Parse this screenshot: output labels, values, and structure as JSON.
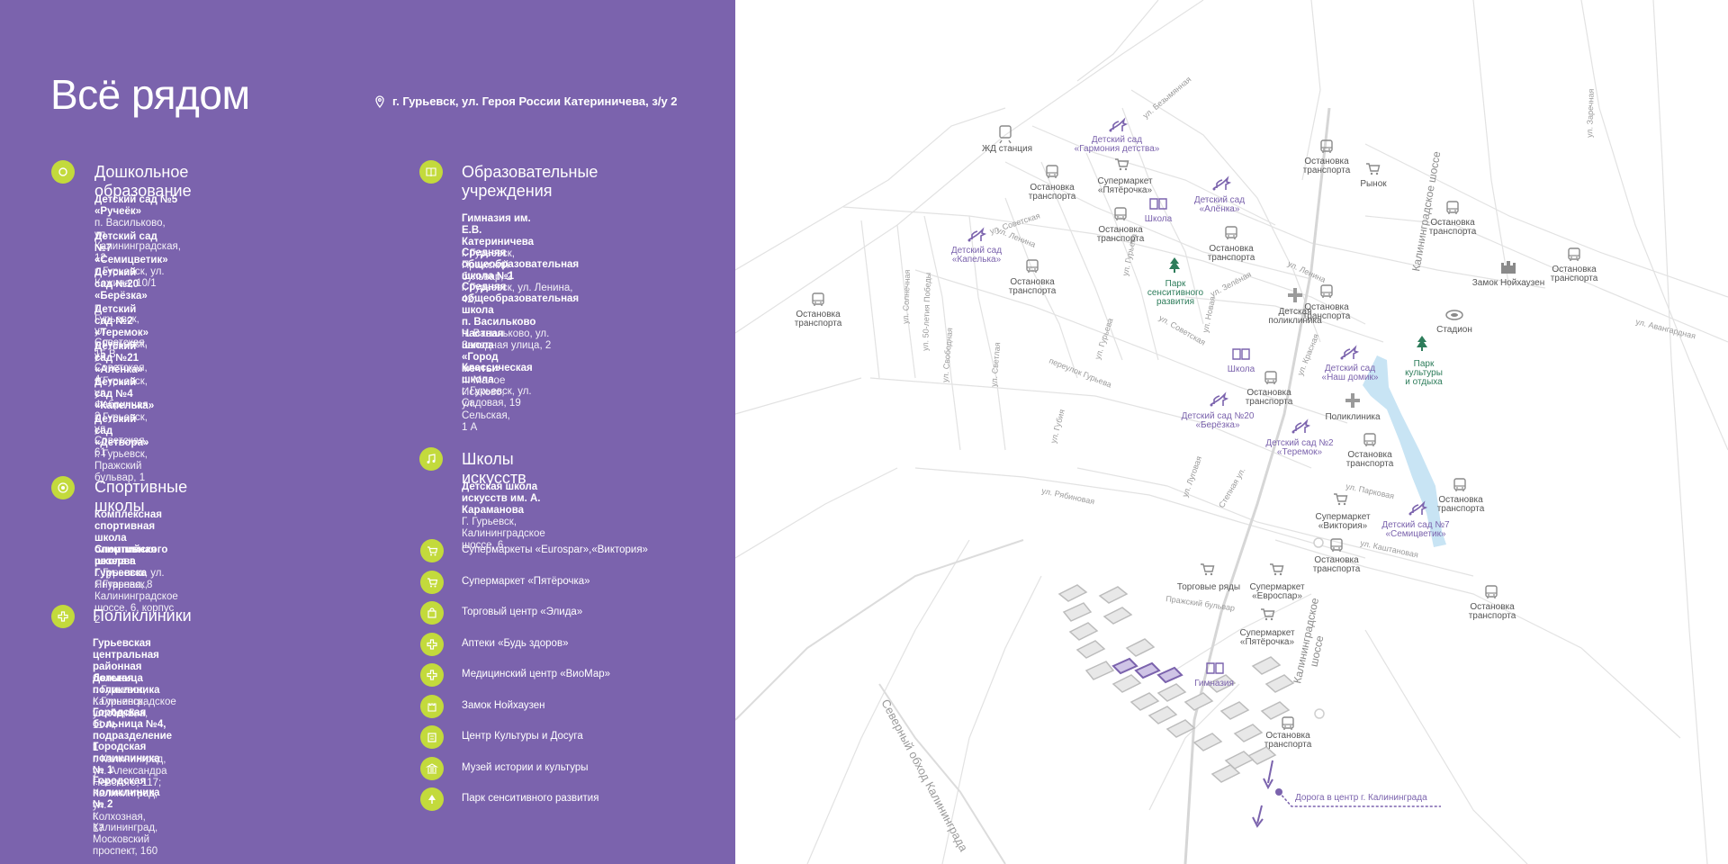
{
  "header": {
    "title": "Всё рядом",
    "address": "г. Гурьевск, ул. Героя России Катериничева, з/у 2"
  },
  "sections": {
    "preschool": {
      "title": "Дошкольное образование",
      "items": [
        {
          "name": "Детский сад №5 «Ручеёк»",
          "addr": "п. Васильково, ул. Калининградская, 12"
        },
        {
          "name": "Детский сад №7 «Семицветик»",
          "addr": "г. Гурьевск, ул. Кожина, 10/1"
        },
        {
          "name": "Детский сад №20 «Берёзка»",
          "addr": "г. Гурьевск, ул. Советская, 15 В"
        },
        {
          "name": "Детский сад №2 «Теремок»",
          "addr": "г. Гурьевск, ул. Советская, 4;"
        },
        {
          "name": "Детский сад №21 «Алёнка»",
          "addr": "г. Гурьевск, ул. Фабричная, 2"
        },
        {
          "name": "Детский сад №4 «Капелька»",
          "addr": "г. Гурьевск, ул. Советская, 61"
        },
        {
          "name": "Детский сад «Детвора»",
          "addr": "г. Гурьевск, Пражский бульвар, 1"
        }
      ]
    },
    "sport": {
      "title": "Спортивные школы",
      "items": [
        {
          "name": "Комплексная спортивная школа олимпийского резерва",
          "addr": "г. Гурьевск, ул. Янтарная, 8"
        },
        {
          "name": "Спортивная школа г. Гурьевска",
          "addr": "г. Гурьевск, Калининградское шоссе, 6, корпус 2"
        }
      ]
    },
    "clinics": {
      "title": "Поликлиники",
      "items": [
        {
          "name": "Гурьевская центральная районная больница",
          "addr": "г. Гурьевск, Калининградское шоссе, 5;"
        },
        {
          "name": "Детская поликлиника",
          "addr": "г. Гурьевск, ул. Ленина, 11 А;"
        },
        {
          "name": "Городская больница №4, подразделение 1",
          "addr": "г. Калининград, ул. Александра Невского, 117;"
        },
        {
          "name": "Городская поликлиника № 1",
          "addr": "г. Калининград, ул. Колхозная, 17"
        },
        {
          "name": "Городская поликлиника № 2",
          "addr": "г. Калининград, Московский проспект, 160"
        }
      ]
    },
    "schools": {
      "title_line1": "Образовательные",
      "title_line2": "учреждения",
      "items": [
        {
          "name": "Гимназия им. Е.В. Катериничева",
          "addr": "г. Гурьевск,  Пражский бульвар, 2"
        },
        {
          "name": "Средняя общеобразовательная школа  №1",
          "addr": "г. Гурьевск,  ул. Ленина, 42;"
        },
        {
          "name": "Средняя общеобразовательная школа",
          "name2": "п. Васильково",
          "addr": "п. Васильково, ул. Западная улица, 2"
        },
        {
          "name": "Частная школа «Город мечты»",
          "addr": "п. Малое Исаково, ул. Сельская, 1 А"
        },
        {
          "name": "Классическая школа",
          "addr": "г. Гурьевск, ул. Садовая, 19"
        }
      ]
    },
    "arts": {
      "title": "Школы искусств",
      "items": [
        {
          "name": "Детская школа искусств им. А. Караманова",
          "addr": "Г. Гурьевск, Калининградское шоссе, 6."
        }
      ]
    },
    "categories": [
      "Супермаркеты  «Eurospar»,«Виктория»",
      "Супермаркет  «Пятёрочка»",
      "Торговый центр «Элида»",
      "Аптеки «Будь здоров»",
      "Медицинский центр «ВиоМар»",
      "Замок Нойхаузен",
      "Центр Культуры и Досуга",
      "Музей истории и культуры",
      "Парк сенситивного развития"
    ]
  },
  "map": {
    "labels": {
      "rail": "ЖД станция",
      "kg_garmonia_1": "Детский сад",
      "kg_garmonia_2": "«Гармония детства»",
      "kg_alenka_1": "Детский сад",
      "kg_alenka_2": "«Алёнка»",
      "kg_kapelka_1": "Детский сад",
      "kg_kapelka_2": "«Капелька»",
      "kg_nashdomik_1": "Детский сад",
      "kg_nashdomik_2": "«Наш домик»",
      "kg_berezka_1": "Детский сад №20",
      "kg_berezka_2": "«Берёзка»",
      "kg_teremok_1": "Детский сад №2",
      "kg_teremok_2": "«Теремок»",
      "kg_semi_1": "Детский сад №7",
      "kg_semi_2": "«Семицветик»",
      "stop": "Остановка",
      "stop2": "транспорта",
      "sm_pyat_1": "Супермаркет",
      "sm_pyat_2": "«Пятёрочка»",
      "sm_vik_1": "Супермаркет",
      "sm_vik_2": "«Виктория»",
      "sm_euro_1": "Супермаркет",
      "sm_euro_2": "«Евроспар»",
      "market": "Рынок",
      "school": "Школа",
      "gym": "Гимназия",
      "park_s_1": "Парк",
      "park_s_2": "сенситивного",
      "park_s_3": "развития",
      "park_c_1": "Парк",
      "park_c_2": "культуры",
      "park_c_3": "и отдыха",
      "child_clinic_1": "Детская",
      "child_clinic_2": "поликлиника",
      "clinic": "Поликлиника",
      "castle": "Замок Нойхаузен",
      "stadium": "Стадион",
      "trade_rows": "Торговые ряды",
      "road_center": "Дорога в центр г. Калининграда"
    },
    "streets": {
      "bezymyannaya": "ул. Безымянная",
      "sovetskaya": "ул. Советская",
      "sovetskaya2": "ул. Советская",
      "lenina": "ул. Ленина",
      "lenina2": "ул. Ленина",
      "guryeva": "ул. Гурьева",
      "guryeva2": "ул. Гурьева",
      "zelenaya": "ул. Зелёная",
      "novaya": "ул. Новая",
      "kranaya": "ул. Красная",
      "solnechnaya": "ул. Солнечная",
      "pobedy": "ул. 50-летия Победы",
      "svobodnaya": "ул. Свободная",
      "svetlaya": "ул. Светлая",
      "pereulok": "переулок  Гурьева",
      "gubia": "ул. Губия",
      "lugovaya": "ул. Луговая",
      "stepnaya": "Степная ул.",
      "ryabinovaya": "ул. Рябиновая",
      "parkovaya": "ул. Парковая",
      "kashtanovaya": "ул. Каштановая",
      "zarechnaya": "ул. Заречная",
      "avangardnaya": "ул. Авангардная",
      "prazhsky": "Пражский бульвар",
      "kal_shosse": "Калининградское шоссе",
      "kal_shosse2a": "Калининградское",
      "kal_shosse2b": "шоссе",
      "north_bypass": "Северный обход Калининграда"
    },
    "colors": {
      "panel": "#7b63ad",
      "accent_green": "#c3da3c",
      "kindergarten": "#7b63ad",
      "park": "#2e7d5b",
      "water": "#c8e4f4",
      "road": "#d9d9d9",
      "icon_grey": "#8a8a8a"
    }
  }
}
